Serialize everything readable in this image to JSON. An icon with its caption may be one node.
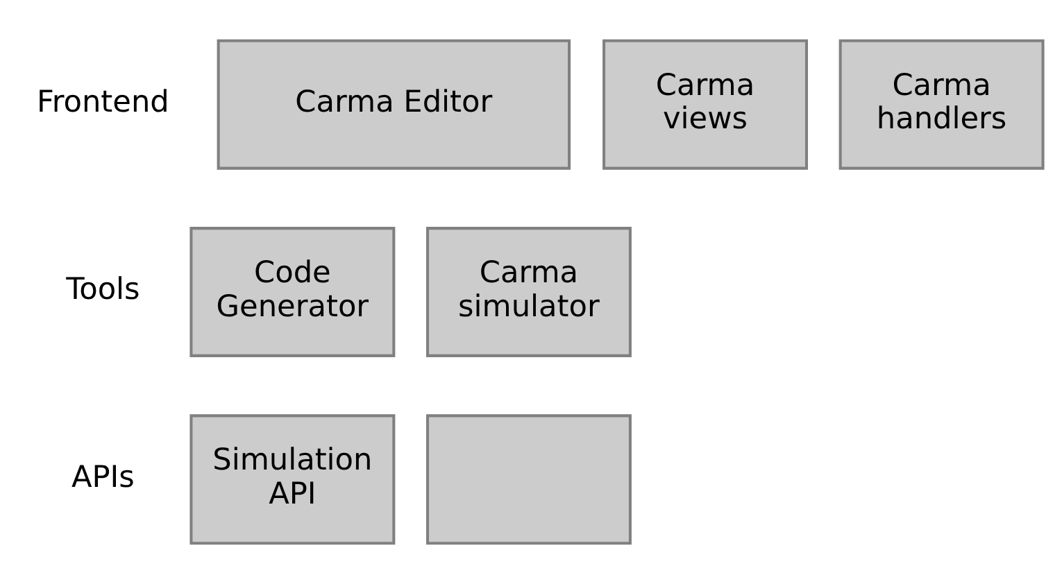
{
  "diagram": {
    "nodes": [
      {
        "text": [
          "Carma Editor"
        ]
      },
      {
        "text": [
          "Carma views"
        ]
      },
      {
        "text": [
          "Carma handlers"
        ]
      },
      {
        "text": [
          "Code Generator"
        ]
      },
      {
        "text": [
          "Carma simulator"
        ]
      },
      {
        "text": [
          "Simulation API"
        ]
      },
      {
        "text": [],
        "shape": "box"
      }
    ],
    "edges": [],
    "labels": [
      "Frontend",
      "Tools",
      "APIs"
    ]
  }
}
